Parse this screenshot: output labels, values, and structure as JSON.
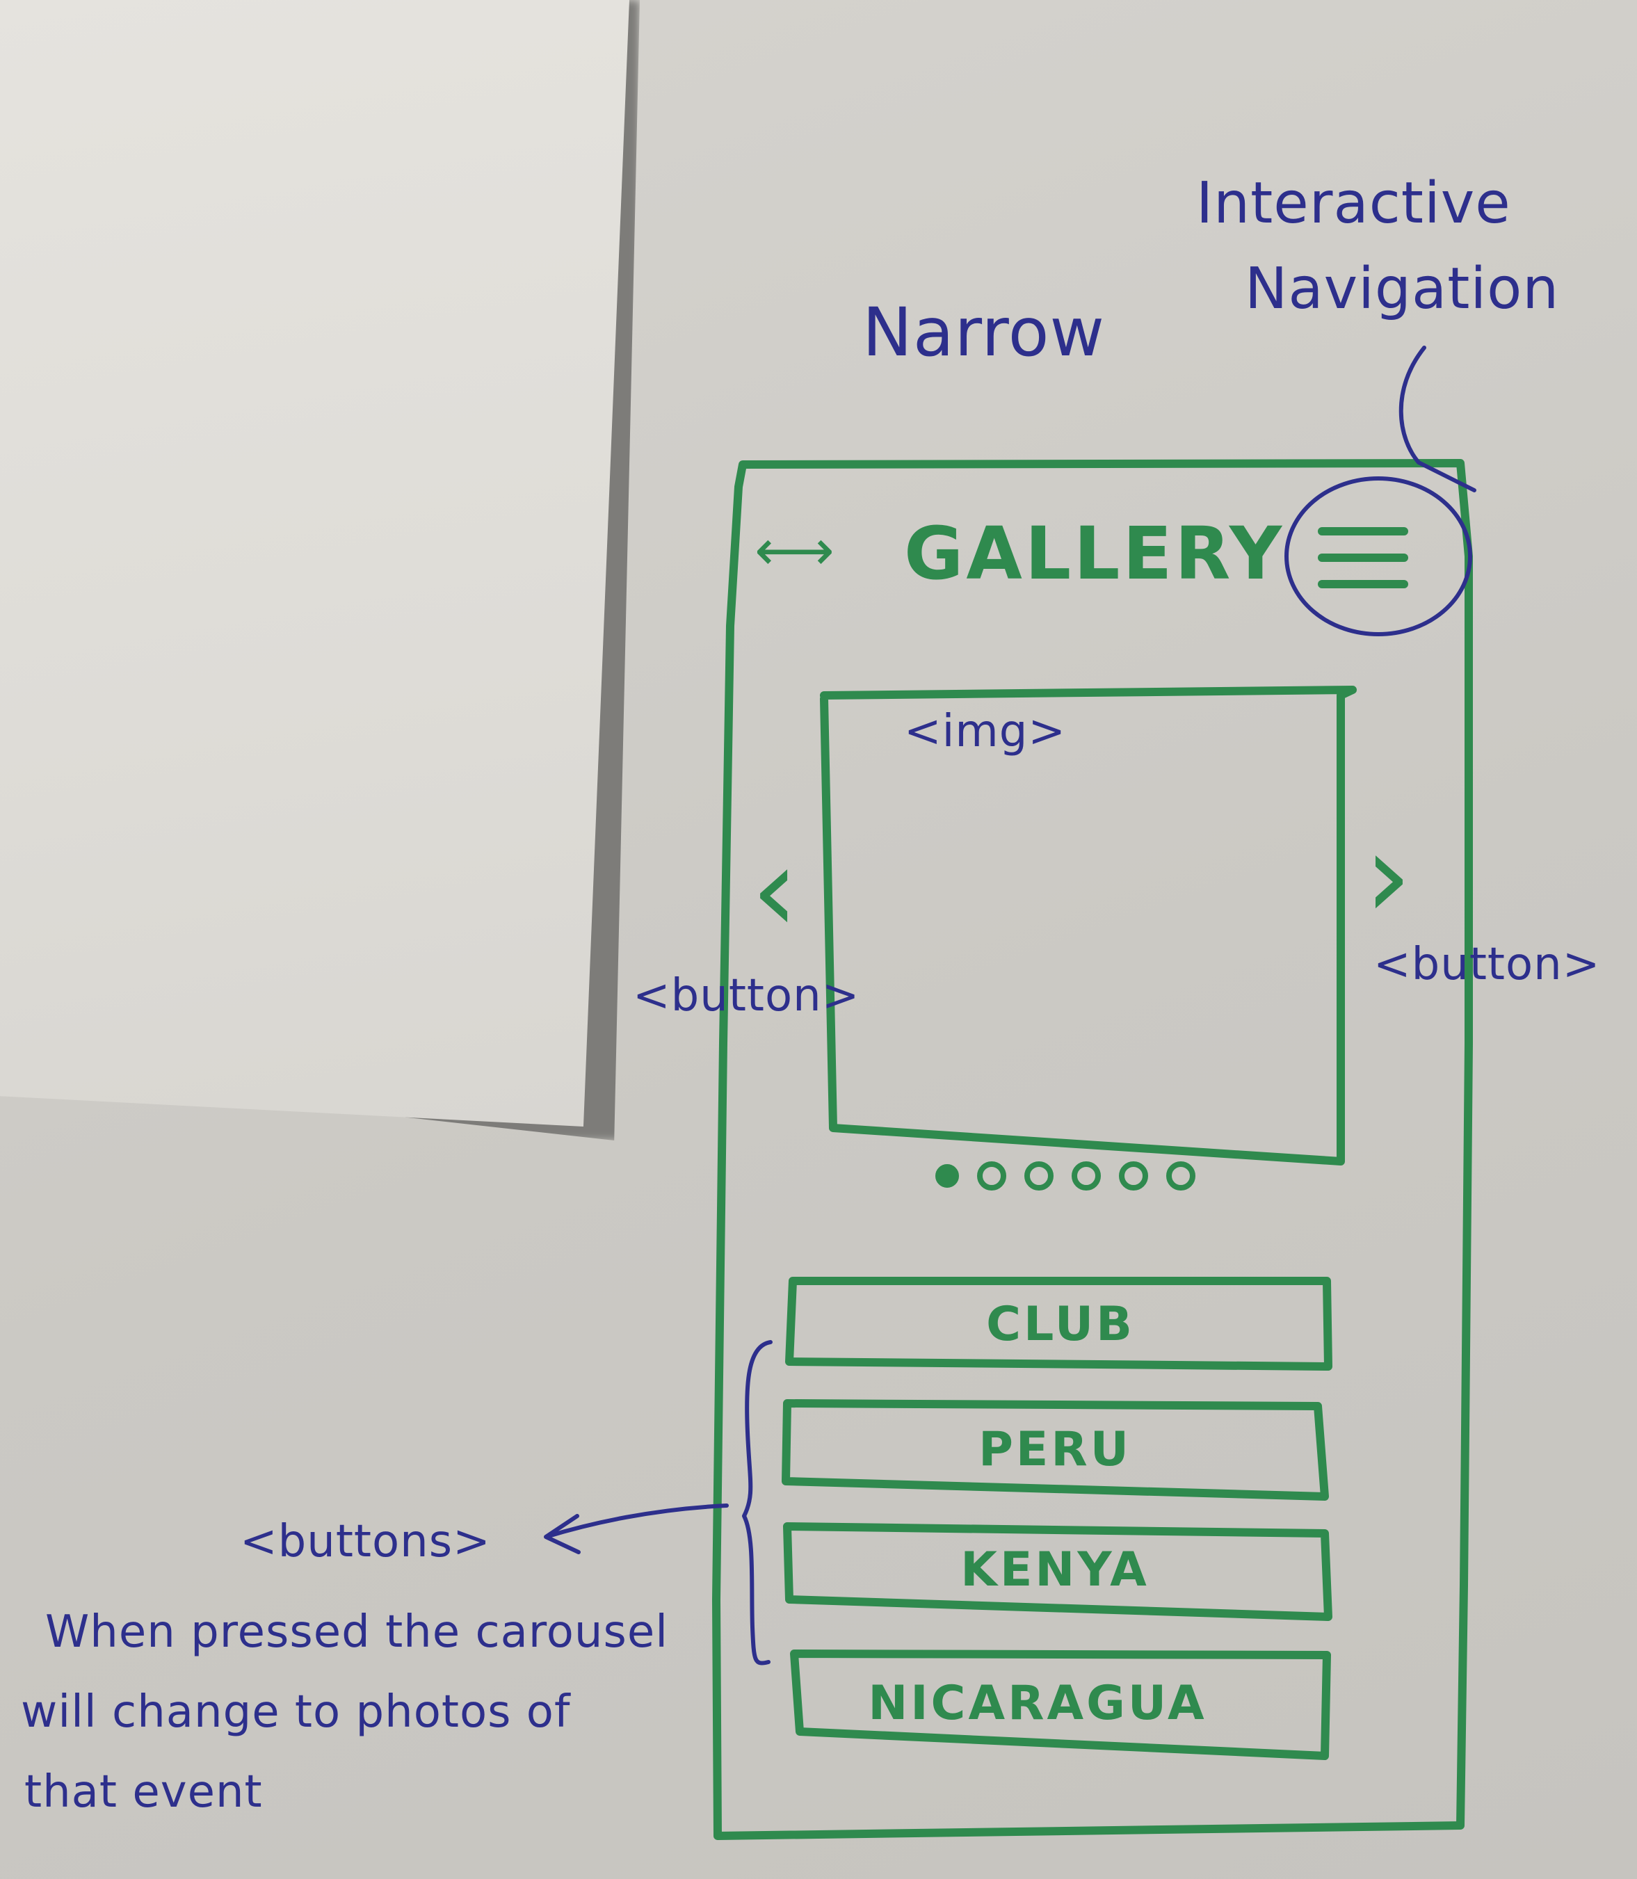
{
  "notes": {
    "narrow": "Narrow",
    "interactive_nav_line1": "Interactive",
    "interactive_nav_line2": "Navigation",
    "img_tag": "<img>",
    "button_left": "<button>",
    "button_right": "<button>",
    "buttons_tag": "<buttons>",
    "buttons_desc_1": "When pressed the carousel",
    "buttons_desc_2": "will change to photos of",
    "buttons_desc_3": "that event"
  },
  "header": {
    "title": "GALLERY",
    "arrows": "⟷",
    "menu_icon": "hamburger-icon"
  },
  "carousel": {
    "prev": "‹",
    "next": "›",
    "dot_count": 6,
    "active_dot": 0
  },
  "categories": [
    {
      "label": "CLUB"
    },
    {
      "label": "PERU"
    },
    {
      "label": "KENYA"
    },
    {
      "label": "NICARAGUA"
    }
  ],
  "colors": {
    "ink_green": "#2f8a4e",
    "ink_blue": "#2d2f8c",
    "paper": "#d6d4cf"
  }
}
